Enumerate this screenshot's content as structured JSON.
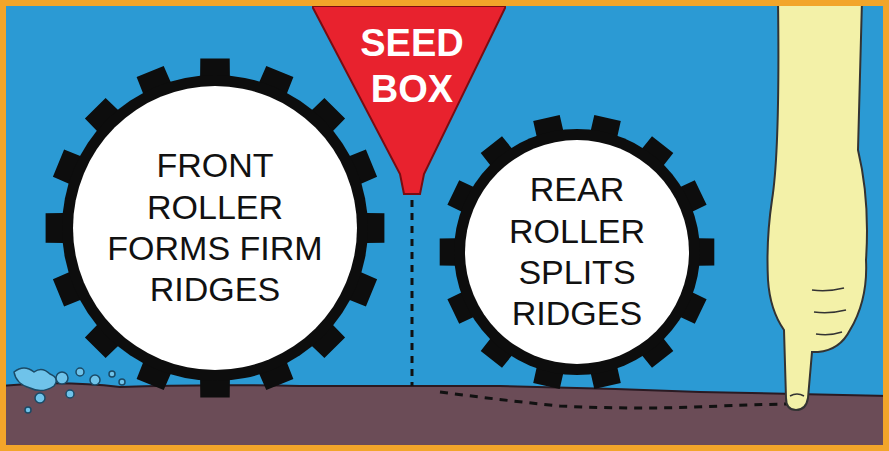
{
  "diagram": {
    "nodes": [
      {
        "text": [
          "FRONT ROLLER FORMS FIRM RIDGES"
        ]
      },
      {
        "text": [
          "SEED BOX"
        ]
      },
      {
        "text": [
          "REAR ROLLER SPLITS RIDGES"
        ]
      }
    ]
  }
}
